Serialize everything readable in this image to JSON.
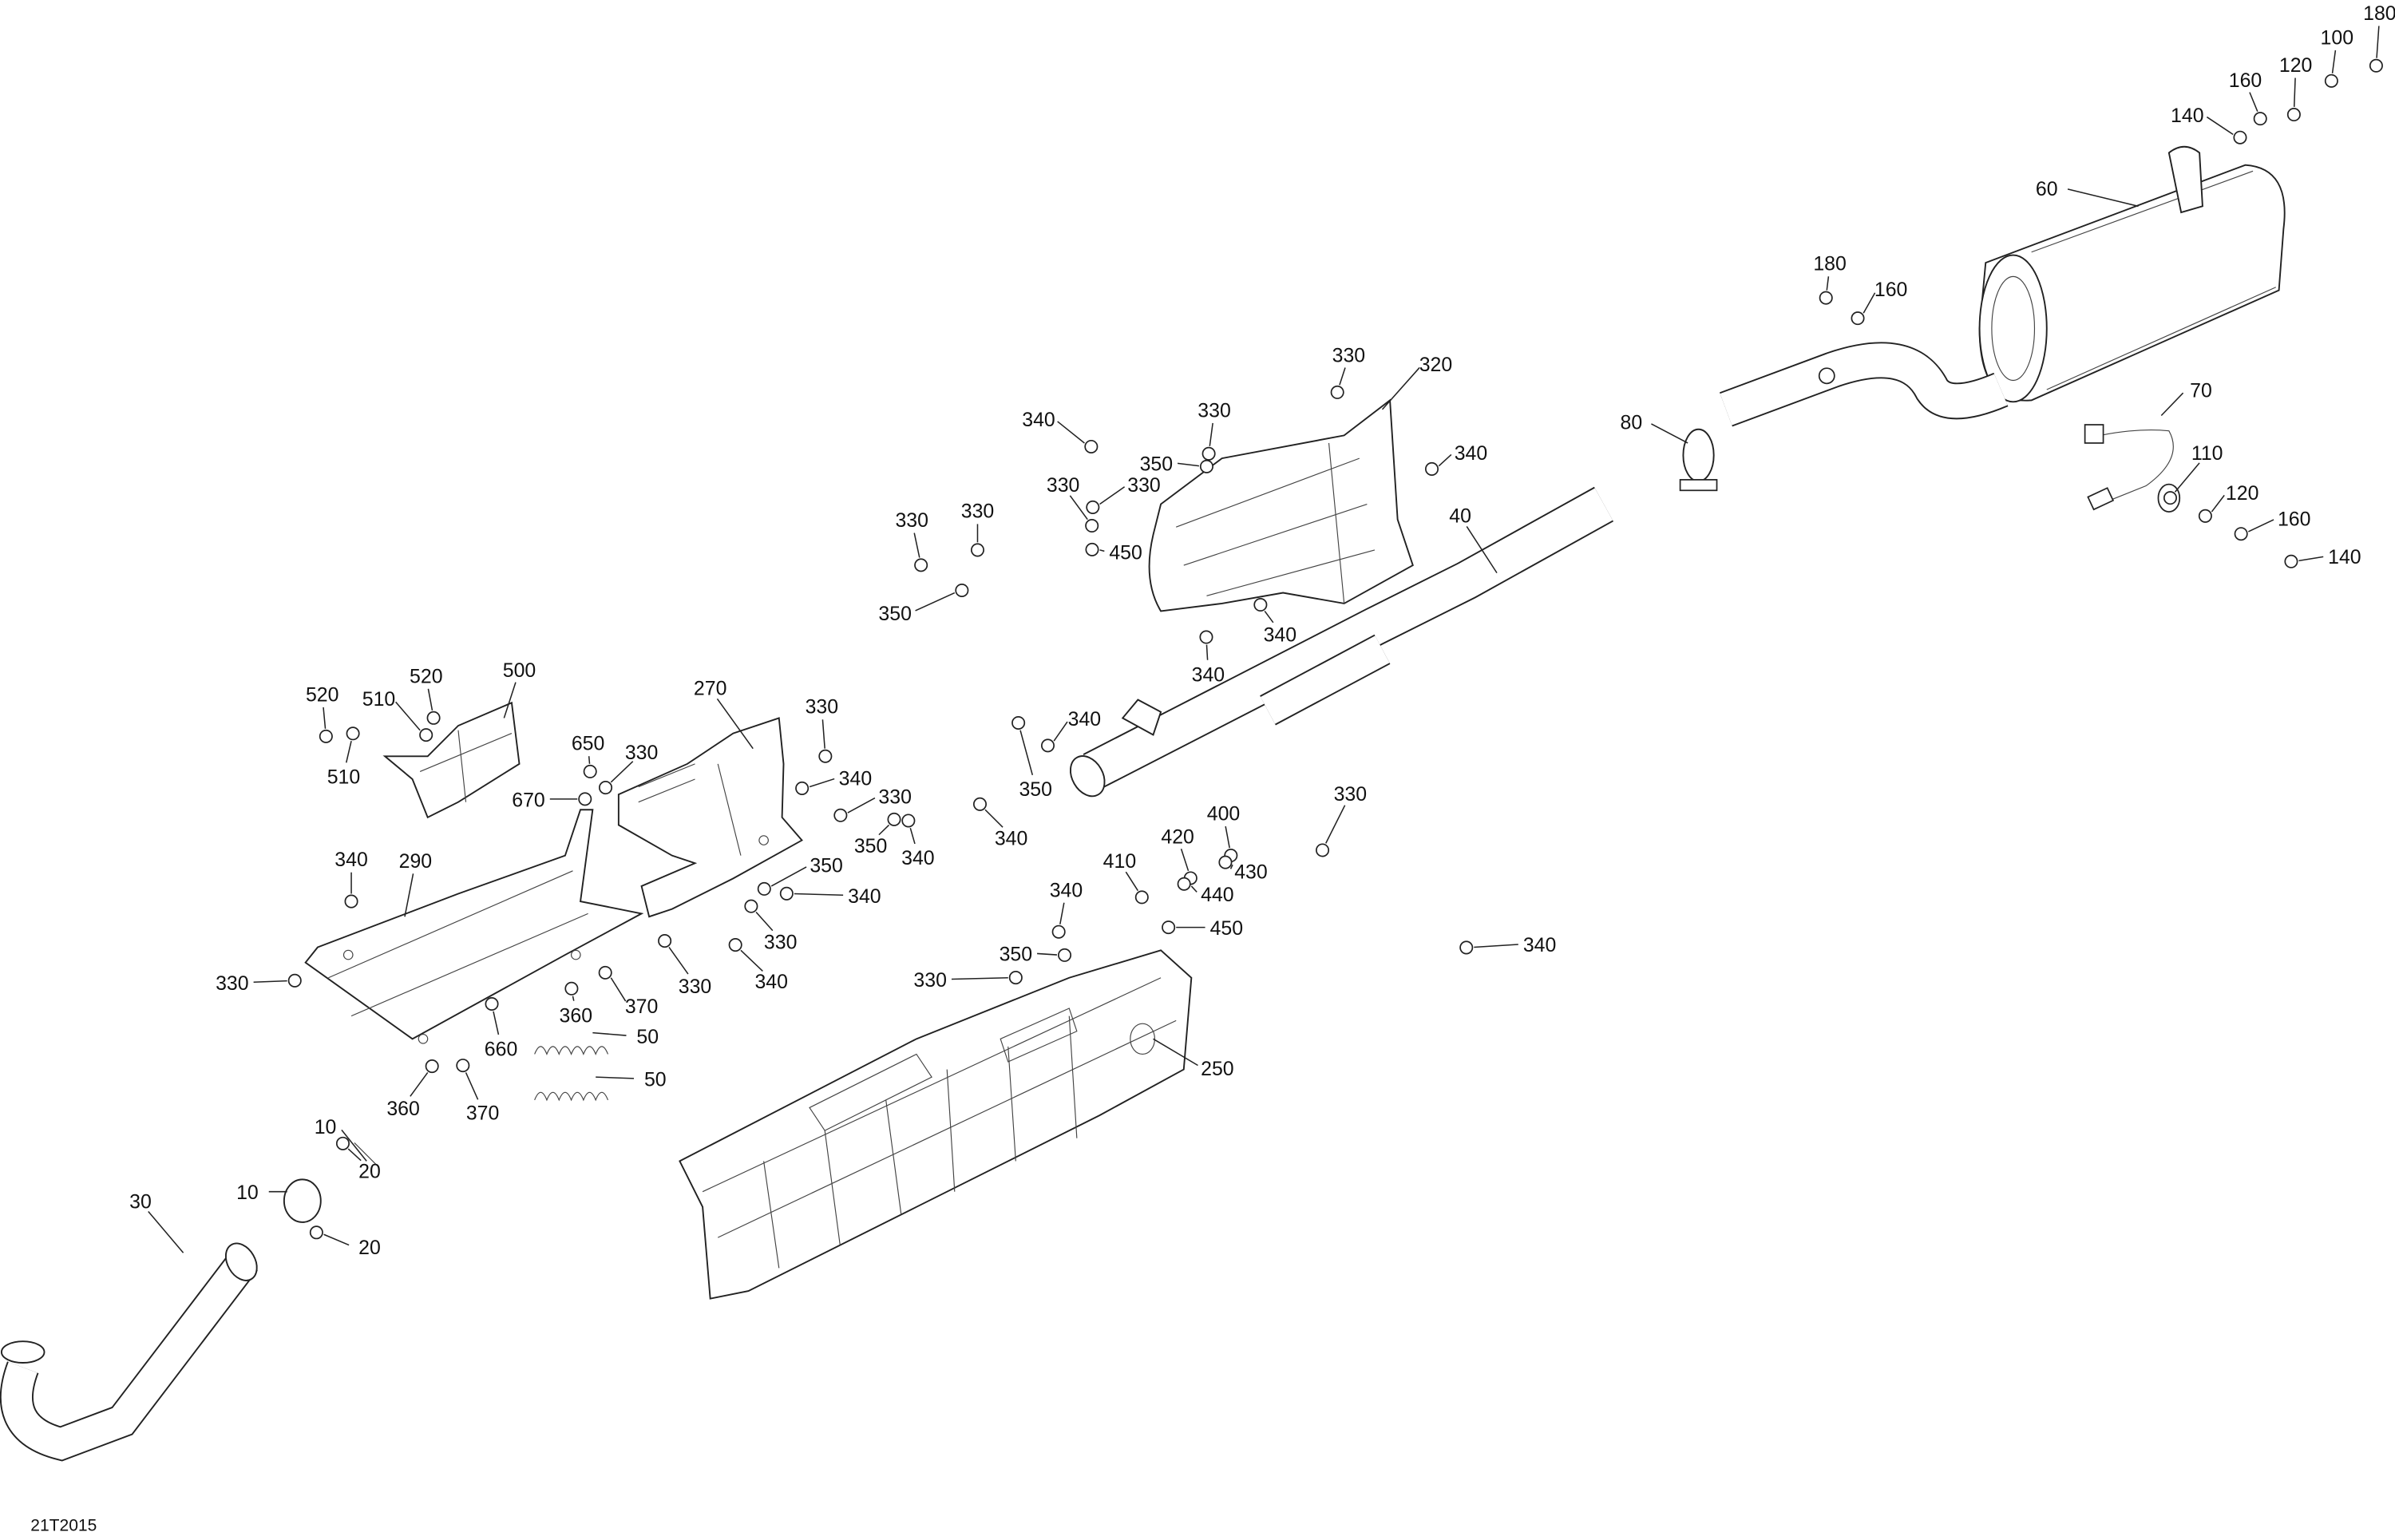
{
  "diagram": {
    "drawing_number": "21T2015",
    "callouts": [
      "180",
      "100",
      "120",
      "160",
      "140",
      "60",
      "180",
      "160",
      "330",
      "320",
      "330",
      "340",
      "350",
      "340",
      "80",
      "70",
      "110",
      "120",
      "160",
      "140",
      "330",
      "330",
      "450",
      "40",
      "330",
      "330",
      "350",
      "340",
      "340",
      "340",
      "350",
      "340",
      "520",
      "520",
      "510",
      "500",
      "510",
      "270",
      "330",
      "650",
      "330",
      "670",
      "340",
      "330",
      "350",
      "340",
      "350",
      "340",
      "330",
      "330",
      "400",
      "420",
      "430",
      "410",
      "440",
      "450",
      "340",
      "340",
      "290",
      "350",
      "330",
      "340",
      "330",
      "340",
      "370",
      "330",
      "360",
      "660",
      "50",
      "50",
      "360",
      "370",
      "250",
      "10",
      "10",
      "20",
      "20",
      "30"
    ]
  }
}
